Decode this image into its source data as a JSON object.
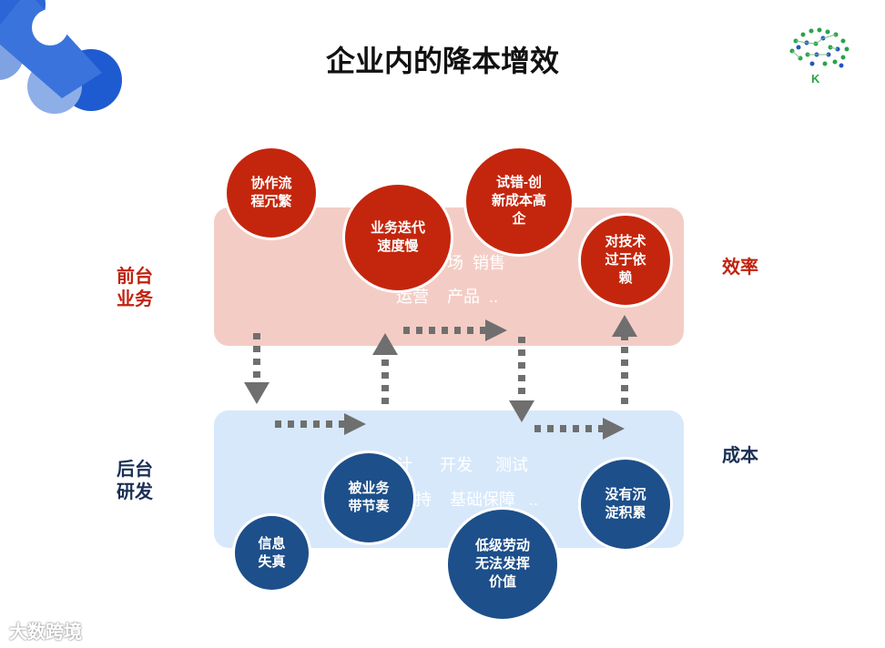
{
  "title": "企业内的降本增效",
  "labels": {
    "front": "前台\n业务",
    "back": "后台\n研发",
    "efficiency": "效率",
    "cost": "成本"
  },
  "front_panel": {
    "line1": "场  销售",
    "line2": "运营    产品  .."
  },
  "back_panel": {
    "line1": "计      开发     测试",
    "line2": "持    基础保障   .."
  },
  "red_circles": [
    {
      "text": "协作流\n程冗繁"
    },
    {
      "text": "业务迭代\n速度慢"
    },
    {
      "text": "试错-创\n新成本高\n企"
    },
    {
      "text": "对技术\n过于依\n赖"
    }
  ],
  "blue_circles": [
    {
      "text": "被业务\n带节奏"
    },
    {
      "text": "信息\n失真"
    },
    {
      "text": "低级劳动\n无法发挥\n价值"
    },
    {
      "text": "没有沉\n淀积累"
    }
  ],
  "logo": {
    "letter": "K"
  },
  "watermark": "大数跨境",
  "colors": {
    "accent_red": "#c4260d",
    "navy": "#1d4f8a",
    "front_panel": "#f3cdc5",
    "back_panel": "#d7e8fb",
    "arrow": "#6f6f6f"
  }
}
